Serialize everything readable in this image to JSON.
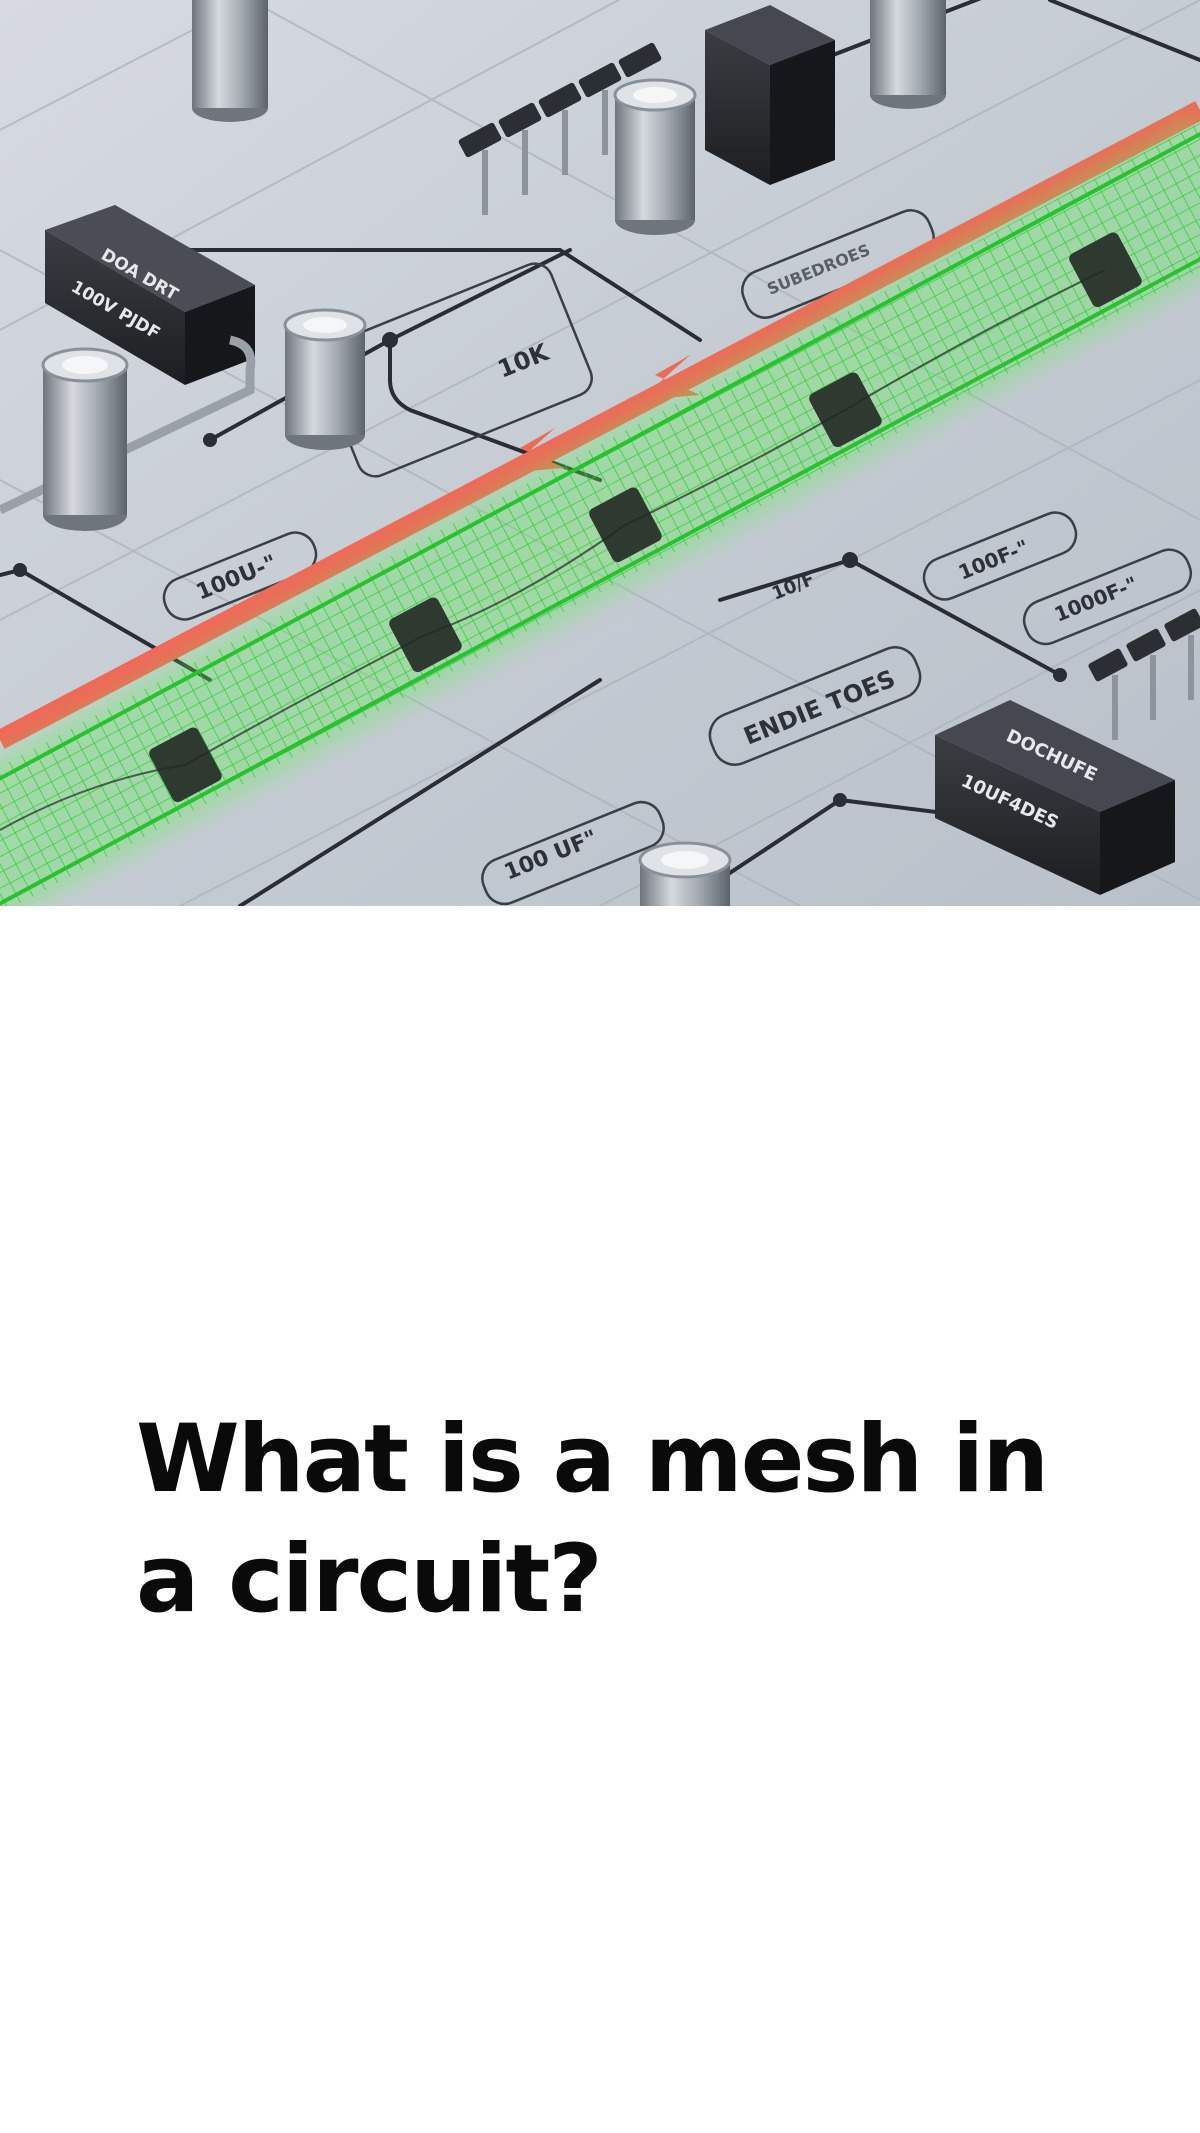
{
  "title": "What is a mesh in a circuit?",
  "hero": {
    "colors": {
      "board": "#c9ced5",
      "trace": "#2a2d33",
      "current_loop": "#ee6a58",
      "mesh_tube": "#39d43b"
    },
    "pcb_labels": {
      "ic_top": "DOA DRT",
      "ic_top_sub": "100V PJDF",
      "res_label": "10K",
      "cap_label_left": "100U-\"",
      "small_label": "10/F",
      "cap_label_right1": "100F-\"",
      "cap_label_right2": "1000F-\"",
      "box_mid": "ENDIE TOES",
      "box_top_right": "SUBEDROES",
      "bottom_label": "100 UF\"",
      "ic_bottom": "DOCHUFE",
      "ic_bottom_sub": "10UF4DES"
    }
  }
}
